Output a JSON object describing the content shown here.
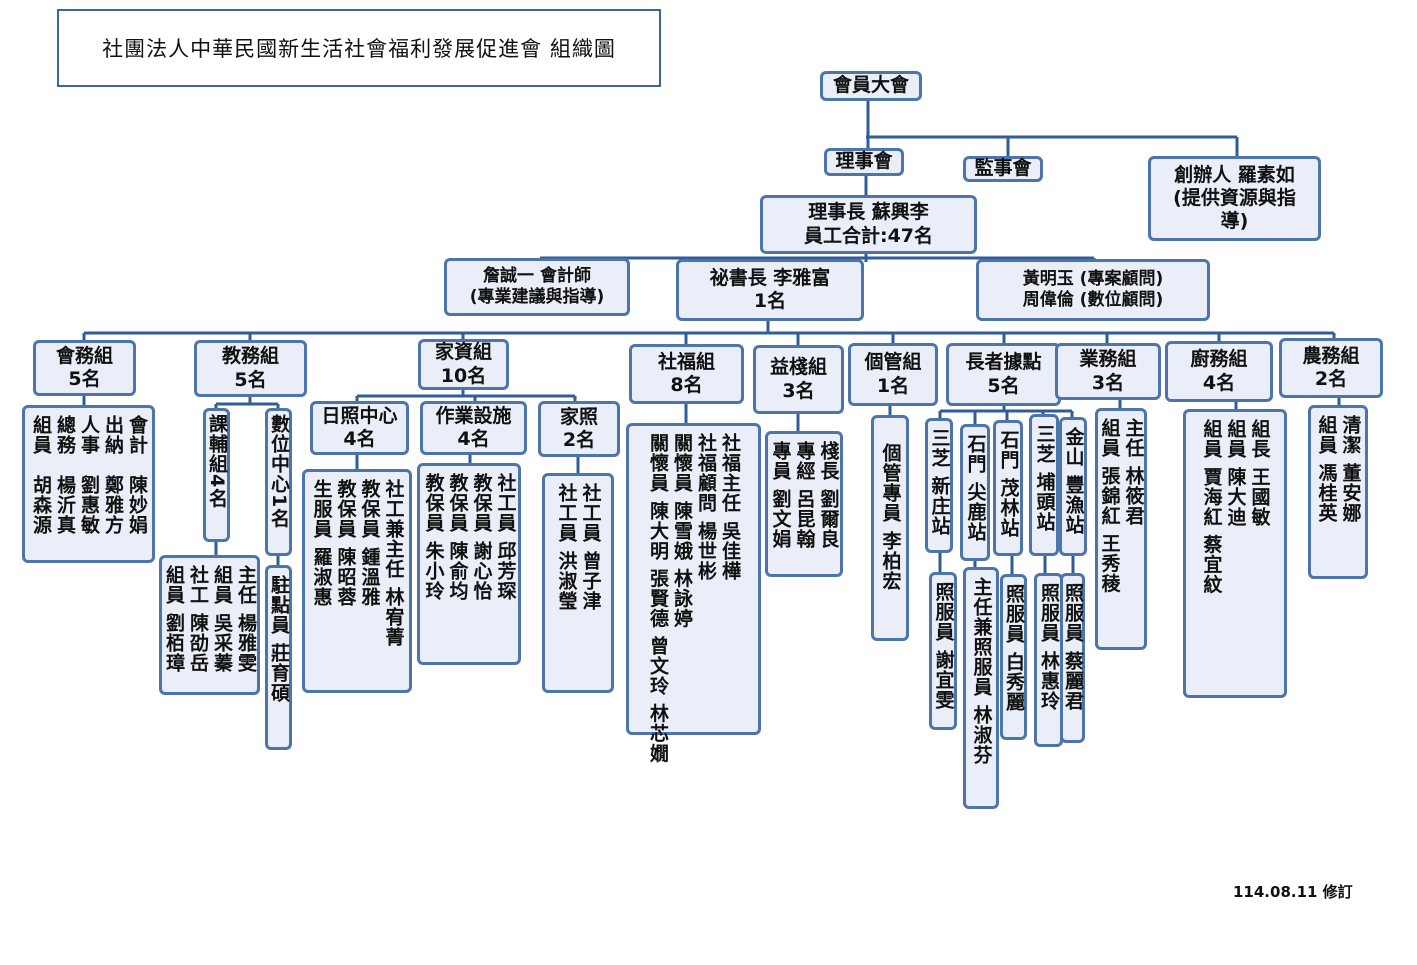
{
  "title": "社團法人中華民國新生活社會福利發展促進會  組織圖",
  "revision": "114.08.11 修訂",
  "colors": {
    "border": "#4d74ab",
    "fill": "#e9eef8",
    "line": "#2f5d97"
  },
  "top": {
    "assembly": "會員大會",
    "board": "理事會",
    "supervisors": "監事會",
    "founder": [
      "創辦人 羅素如",
      "(提供資源與指",
      "導)"
    ],
    "chairman": [
      "理事長 蘇興李",
      "員工合計:47名"
    ],
    "accountant": [
      "詹誠一 會計師",
      "(專業建議與指導)"
    ],
    "secretary": [
      "祕書長 李雅富",
      "1名"
    ],
    "advisors": [
      "黃明玉 (專案顧問)",
      "周偉倫 (數位顧問)"
    ]
  },
  "groups": {
    "huiwu": {
      "title": [
        "會務組",
        "5名"
      ],
      "members": [
        "會計",
        "出納",
        "人事",
        "總務",
        "組員",
        "陳妙娟",
        "鄭雅方",
        "劉惠敏",
        "楊沂真",
        "胡森源"
      ]
    },
    "jiaowu": {
      "title": [
        "教務組",
        "5名"
      ],
      "tutor": {
        "title": "課輔組4名",
        "members": [
          "主任 楊雅雯",
          "組員 吳采蓁",
          "社工 陳劭岳",
          "組員 劉栢璋"
        ]
      },
      "digital": {
        "title": "數位中心1名",
        "members": [
          "駐點員 莊育碩"
        ]
      }
    },
    "jiazi": {
      "title": [
        "家資組",
        "10名"
      ],
      "daycare": {
        "title": [
          "日照中心",
          "4名"
        ],
        "members": [
          "社工兼主任 林宥菁",
          "教保員 鍾溫雅",
          "教保員 陳昭蓉",
          "生服員 羅淑惠"
        ]
      },
      "workshop": {
        "title": [
          "作業設施",
          "4名"
        ],
        "members": [
          "社工員 邱芳琛",
          "教保員 謝心怡",
          "教保員 陳俞均",
          "教保員 朱小玲"
        ]
      },
      "homecare": {
        "title": [
          "家照",
          "2名"
        ],
        "members": [
          "社工員 曾子津",
          "社工員 洪淑瑩"
        ]
      }
    },
    "shefu": {
      "title": [
        "社福組",
        "8名"
      ],
      "members": [
        "社福主任 吳佳樺",
        "社福顧問 楊世彬",
        "關懷員 陳雪娥 林詠婷",
        "關懷員 陳大明 張賢德 曾文玲 林芯嫺"
      ]
    },
    "yizhan": {
      "title": [
        "益棧組",
        "3名"
      ],
      "members": [
        "棧長 劉爾良",
        "專經 呂昆翰",
        "專員 劉文娟"
      ]
    },
    "geguan": {
      "title": [
        "個管組",
        "1名"
      ],
      "members": [
        "個管專員 李柏宏"
      ]
    },
    "elder": {
      "title": [
        "長者據點",
        "5名"
      ],
      "stations": [
        {
          "name": "三芝 新庄站",
          "staff": "照服員 謝宜雯"
        },
        {
          "name": "石門 尖鹿站",
          "staff": "主任兼照服員 林淑芬"
        },
        {
          "name": "石門 茂林站",
          "staff": "照服員 白秀麗"
        },
        {
          "name": "三芝 埔頭站",
          "staff": "照服員 林惠玲"
        },
        {
          "name": "金山 豐漁站",
          "staff": "照服員 蔡麗君"
        }
      ]
    },
    "yewu": {
      "title": [
        "業務組",
        "3名"
      ],
      "members": [
        "主任 林筱君",
        "組員 張錦紅 王秀稜"
      ]
    },
    "chuwu": {
      "title": [
        "廚務組",
        "4名"
      ],
      "members": [
        "組長 王國敏",
        "組員 陳大迪",
        "組員 賈海紅 蔡宜紋"
      ]
    },
    "nongwu": {
      "title": [
        "農務組",
        "2名"
      ],
      "members": [
        "清潔 董安娜",
        "組員 馮桂英"
      ]
    }
  }
}
